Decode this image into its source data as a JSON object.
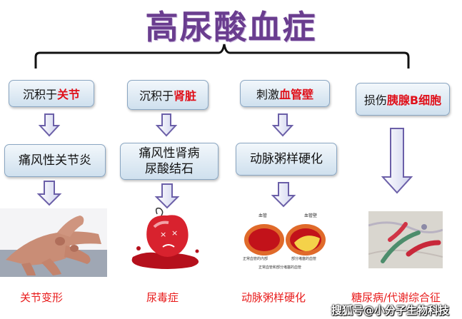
{
  "title": "高尿酸血症",
  "row1": [
    {
      "prefix": "沉积于",
      "highlight": "关节"
    },
    {
      "prefix": "沉积于",
      "highlight": "肾脏"
    },
    {
      "prefix": "刺激",
      "highlight": "血管壁"
    },
    {
      "prefix": "损伤",
      "highlight": "胰腺B细胞"
    }
  ],
  "row2": [
    {
      "lines": [
        "痛风性关节炎"
      ]
    },
    {
      "lines": [
        "痛风性肾病",
        "尿酸结石"
      ]
    },
    {
      "lines": [
        "动脉粥样硬化"
      ]
    }
  ],
  "artery_labels": {
    "left_top": "血管",
    "right_top": "血管壁",
    "left_mid": "正常血管的内部",
    "right_mid": "部分堵塞的血管",
    "bottom": "正常血管和部分堵塞的血管"
  },
  "captions": [
    "关节变形",
    "尿毒症",
    "动脉粥样硬化",
    "糖尿病/代谢综合征"
  ],
  "watermark": "搜狐号@小分子生物科技",
  "colors": {
    "title": "#6a3d8f",
    "highlight": "#e0101a",
    "caption": "#e81a1a",
    "arrow": "#7a6fb0"
  }
}
